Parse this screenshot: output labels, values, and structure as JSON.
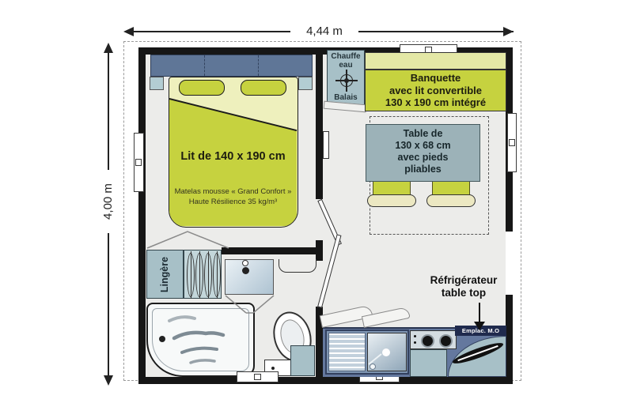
{
  "dimensions": {
    "width": "4,44 m",
    "height": "4,00 m"
  },
  "bedroom": {
    "bed_label": "Lit de 140 x 190 cm",
    "mattress_note_line1": "Matelas mousse « Grand Confort »",
    "mattress_note_line2": "Haute Résilience 35 kg/m³",
    "linen_closet_label": "Lingère"
  },
  "utility_closet": {
    "water_heater_line1": "Chauffe",
    "water_heater_line2": "eau",
    "broom_label": "Balais"
  },
  "living_area": {
    "banquette_line1": "Banquette",
    "banquette_line2": "avec lit convertible",
    "banquette_line3": "130 x 190 cm intégré",
    "table_line1": "Table de",
    "table_line2": "130 x 68 cm",
    "table_line3": "avec pieds",
    "table_line4": "pliables"
  },
  "kitchen": {
    "fridge_line1": "Réfrigérateur",
    "fridge_line2": "table top",
    "microwave_spot_label": "Emplac. M.O"
  },
  "colors": {
    "wall": "#161616",
    "floor": "#ececea",
    "headboard_blue": "#5f7697",
    "cabinet_blue": "#a7c0c7",
    "bed_pale": "#eef0bd",
    "bed_green": "#c6d23f",
    "banquette_back": "#e4e8a6",
    "table_gray": "#9cb2b8",
    "counter_blue": "#64789e",
    "micro_band_navy": "#1f2a4d"
  }
}
